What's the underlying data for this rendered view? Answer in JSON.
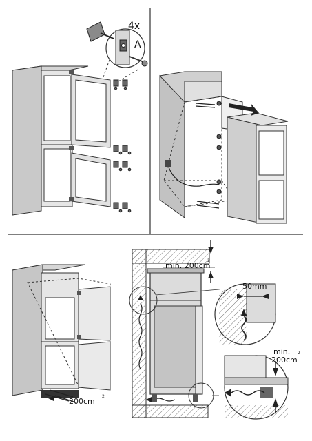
{
  "panel_top_left": {
    "count_label": "4x",
    "part_label": "A"
  },
  "panel_bottom_left": {
    "vent_area_label": "200cm",
    "vent_area_superscript": "2"
  },
  "panel_bottom_right": {
    "top_vent_label": "min. 200cm",
    "top_vent_superscript": "2",
    "gap_label": "50mm",
    "bottom_vent_label_line1": "min.",
    "bottom_vent_label_line2": "200cm",
    "bottom_vent_superscript": "2"
  }
}
